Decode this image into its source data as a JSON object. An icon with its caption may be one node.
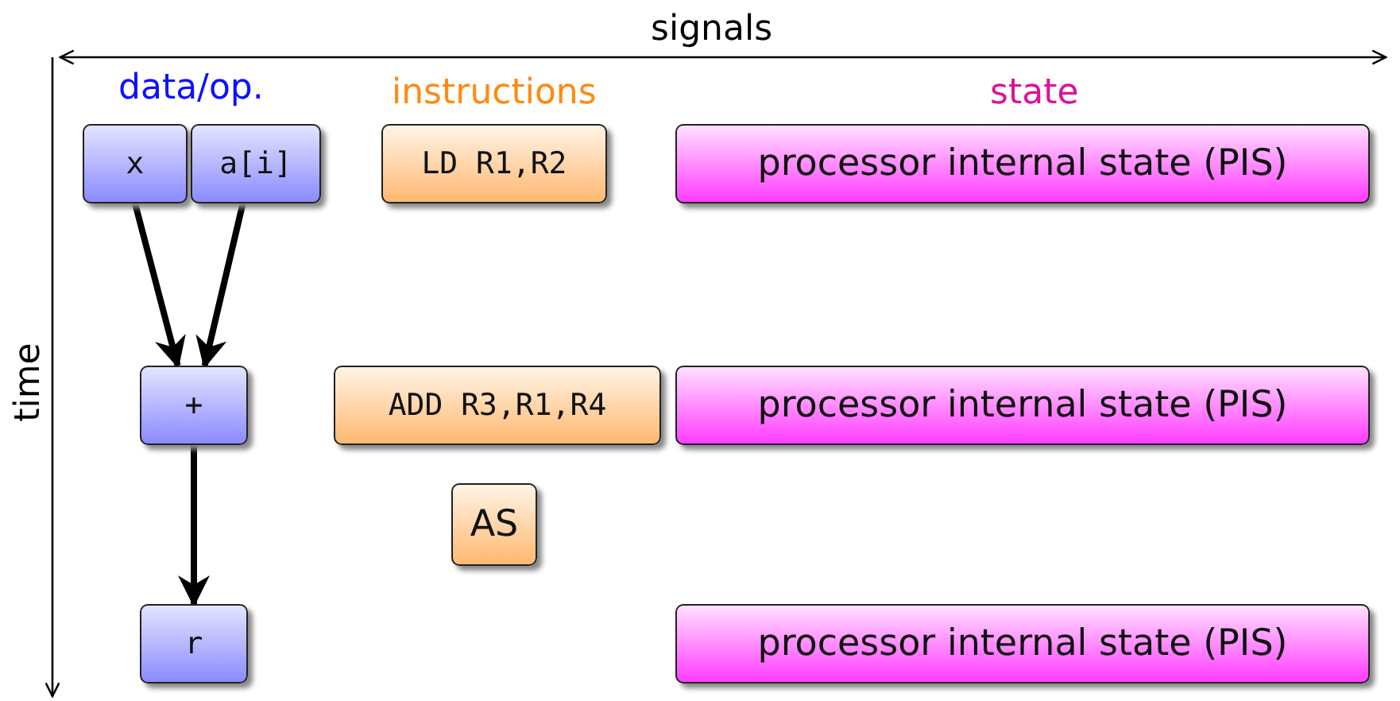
{
  "diagram": {
    "nodes": [
      {
        "text": [
          "x"
        ]
      },
      {
        "text": [
          "a[i]"
        ]
      },
      {
        "text": [
          "LD R1,R2"
        ]
      },
      {
        "text": [
          "processor internal state (PIS)"
        ]
      },
      {
        "text": [
          "+"
        ]
      },
      {
        "text": [
          "ADD R3,R1,R4"
        ]
      },
      {
        "text": [
          "processor internal state (PIS)"
        ]
      },
      {
        "text": [
          "AS"
        ]
      },
      {
        "text": [
          "r"
        ]
      },
      {
        "text": [
          "processor internal state (PIS)"
        ]
      }
    ],
    "edges": [
      {
        "from": 0,
        "to": 4,
        "arrow": "to"
      },
      {
        "from": 1,
        "to": 4,
        "arrow": "to"
      },
      {
        "from": 4,
        "to": 8,
        "arrow": "to"
      }
    ],
    "labels": [
      "signals",
      "time",
      "data/op.",
      "instructions",
      "state"
    ]
  }
}
